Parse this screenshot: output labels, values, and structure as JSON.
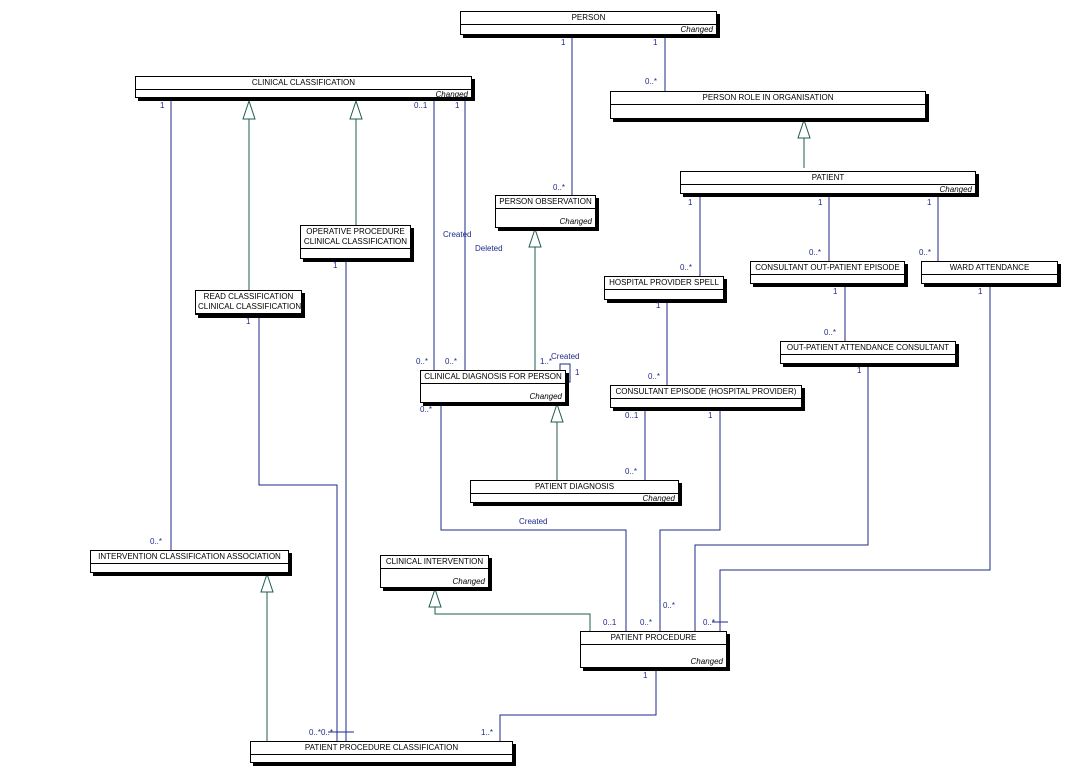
{
  "colors": {
    "association": "#1e2a8a",
    "generalization": "#1f5c50",
    "box_border": "#000000"
  },
  "classes": {
    "person": {
      "name": "PERSON",
      "stereotype": "Changed"
    },
    "clinical_classification": {
      "name": "CLINICAL CLASSIFICATION",
      "stereotype": "Changed"
    },
    "person_role": {
      "name": "PERSON ROLE IN ORGANISATION"
    },
    "patient": {
      "name": "PATIENT",
      "stereotype": "Changed"
    },
    "person_observation": {
      "name": "PERSON OBSERVATION",
      "stereotype": "Changed"
    },
    "operative_procedure": {
      "name_line1": "OPERATIVE PROCEDURE",
      "name_line2": "CLINICAL CLASSIFICATION"
    },
    "read_classification": {
      "name_line1": "READ CLASSIFICATION",
      "name_line2": "CLINICAL CLASSIFICATION"
    },
    "hospital_provider_spell": {
      "name": "HOSPITAL PROVIDER SPELL"
    },
    "consultant_outpatient_episode": {
      "name": "CONSULTANT OUT-PATIENT EPISODE"
    },
    "ward_attendance": {
      "name": "WARD ATTENDANCE"
    },
    "outpatient_attendance_consultant": {
      "name": "OUT-PATIENT ATTENDANCE CONSULTANT"
    },
    "clinical_diagnosis_for_person": {
      "name": "CLINICAL DIAGNOSIS FOR PERSON",
      "stereotype": "Changed"
    },
    "consultant_episode": {
      "name": "CONSULTANT EPISODE (HOSPITAL PROVIDER)"
    },
    "patient_diagnosis": {
      "name": "PATIENT DIAGNOSIS",
      "stereotype": "Changed"
    },
    "intervention_classification_association": {
      "name": "INTERVENTION CLASSIFICATION ASSOCIATION"
    },
    "clinical_intervention": {
      "name": "CLINICAL INTERVENTION",
      "stereotype": "Changed"
    },
    "patient_procedure": {
      "name": "PATIENT PROCEDURE",
      "stereotype": "Changed"
    },
    "patient_procedure_classification": {
      "name": "PATIENT PROCEDURE CLASSIFICATION"
    }
  },
  "labels": {
    "person_1a": "1",
    "person_1b": "1",
    "role_many": "0..*",
    "obs_many": "0..*",
    "cc_1": "1",
    "cc_01": "0..1",
    "cc_1b": "1",
    "created1": "Created",
    "deleted": "Deleted",
    "op_1": "1",
    "read_1": "1",
    "pat_1a": "1",
    "pat_1b": "1",
    "pat_1c": "1",
    "spell_many": "0..*",
    "cope_many": "0..*",
    "ward_many": "0..*",
    "spell_1": "1",
    "cope_1": "1",
    "ward_1": "1",
    "oac_many": "0..*",
    "oac_1": "1",
    "cdp_many_a": "0..*",
    "cdp_many_b": "0..*",
    "cdp_self_many": "1..*",
    "cdp_created": "Created",
    "cdp_self_1": "1",
    "cdp_many_c": "0..*",
    "ce_many": "0..*",
    "ce_01": "0..1",
    "ce_1": "1",
    "created2": "Created",
    "ica_many": "0..*",
    "pp_01": "0..1",
    "pp_many_a": "0..*",
    "pp_many_b": "0..*",
    "pp_many_c": "0..*",
    "pp_1": "1",
    "ppc_many": "0..*0..*",
    "ppc_1many": "1..*"
  }
}
